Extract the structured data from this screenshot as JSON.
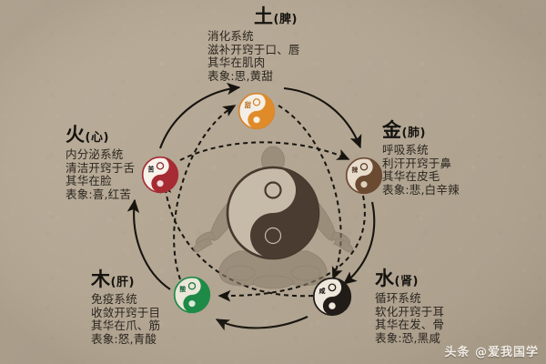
{
  "meta": {
    "background_color": "#b4a794",
    "text_color": "#23201c",
    "watermark": "头条 @爱我国学"
  },
  "center": {
    "figure_name": "meditating-person",
    "symbol_name": "taiji-yinyang",
    "dark_color": "#4a3c30",
    "light_color": "#c3b7a4"
  },
  "elements": {
    "earth": {
      "key": "earth",
      "title": "土",
      "organ": "(脾)",
      "color": "#e08b2a",
      "taste_tag": "甜",
      "lines": [
        "消化系统",
        "滋补开窍于口、唇",
        "其华在肌肉",
        "表象:思,黄甜"
      ]
    },
    "fire": {
      "key": "fire",
      "title": "火",
      "organ": "(心)",
      "color": "#a62b33",
      "taste_tag": "苦",
      "lines": [
        "内分泌系统",
        "清洁开窍于舌",
        "其华在脸",
        "表象:喜,红苦"
      ]
    },
    "metal": {
      "key": "metal",
      "title": "金",
      "organ": "(肺)",
      "color": "#6b4a32",
      "taste_tag": "辣",
      "lines": [
        "呼吸系统",
        "利汗开窍于鼻",
        "其华在皮毛",
        "表象:悲,白辛辣"
      ]
    },
    "water": {
      "key": "water",
      "title": "水",
      "organ": "(肾)",
      "color": "#211c18",
      "taste_tag": "咸",
      "lines": [
        "循环系统",
        "软化开窍于耳",
        "其华在发、骨",
        "表象:恐,黑咸"
      ]
    },
    "wood": {
      "key": "wood",
      "title": "木",
      "organ": "(肝)",
      "color": "#1e8a47",
      "taste_tag": "酸",
      "lines": [
        "免疫系统",
        "收敛开窍于目",
        "其华在爪、筋",
        "表象:怒,青酸"
      ]
    }
  },
  "cycles": {
    "generating": {
      "name": "sheng-cycle",
      "style": "solid",
      "order": [
        "fire",
        "earth",
        "metal",
        "water",
        "wood",
        "fire"
      ]
    },
    "overcoming": {
      "name": "ke-cycle",
      "style": "dashed",
      "order": [
        "fire",
        "metal",
        "wood",
        "earth",
        "water",
        "fire"
      ]
    }
  }
}
